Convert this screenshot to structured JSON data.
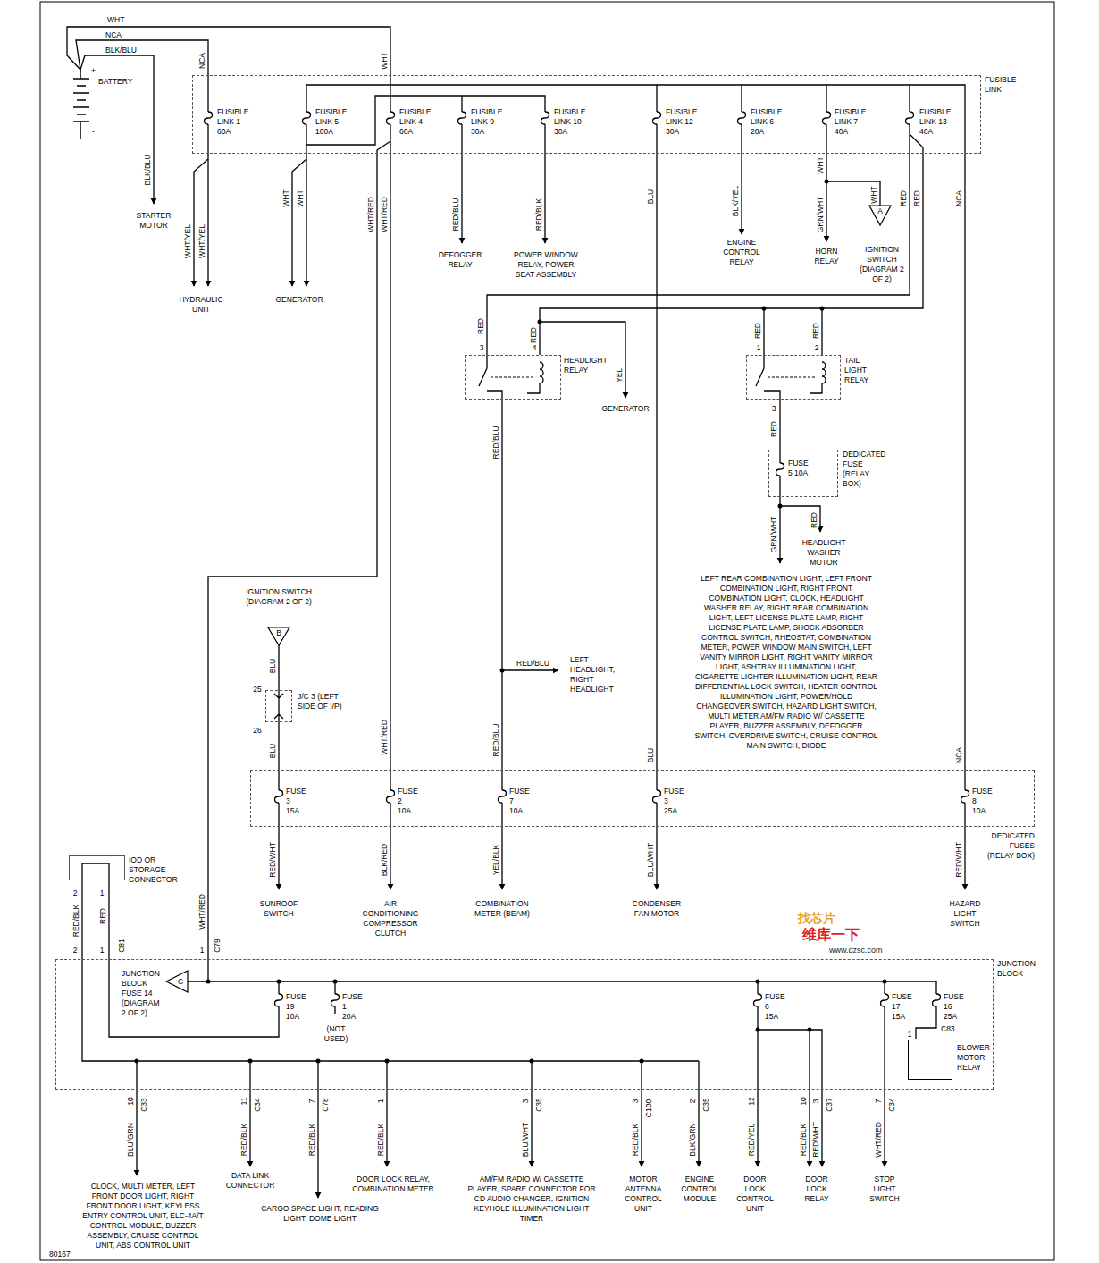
{
  "diagram": {
    "nodes": [
      {
        "text": [
          "FUSIBLE LINK",
          "FUSIBLE LINK 1 60A",
          "FUSIBLE LINK 5 100A",
          "FUSIBLE LINK 4 60A",
          "FUSIBLE LINK 9 30A",
          "FUSIBLE LINK 10 30A",
          "FUSIBLE LINK 12 30A",
          "FUSIBLE LINK 6 20A",
          "FUSIBLE LINK 7 40A",
          "FUSIBLE LINK 13 40A"
        ]
      },
      {
        "text": [
          "HEADLIGHT RELAY"
        ]
      },
      {
        "text": [
          "TAIL LIGHT RELAY"
        ]
      },
      {
        "text": [
          "FUSE 5 10A",
          "DEDICATED FUSE (RELAY BOX)"
        ]
      },
      {
        "text": [
          "J/C 3 (LEFT SIDE OF I/P)"
        ]
      },
      {
        "text": [
          "FUSE 3 15A",
          "FUSE 2 10A",
          "FUSE 7 10A",
          "FUSE 3 25A",
          "FUSE 8 10A",
          "DEDICATED FUSES (RELAY BOX)"
        ]
      },
      {
        "text": [
          "IOD OR STORAGE CONNECTOR"
        ]
      },
      {
        "text": [
          "JUNCTION BLOCK",
          "FUSE 19 10A",
          "FUSE 1 20A",
          "(NOT USED)",
          "FUSE 6 15A",
          "FUSE 17 15A",
          "FUSE 16 25A"
        ]
      },
      {
        "text": [
          "BLOWER MOTOR RELAY"
        ],
        "in": 7
      }
    ],
    "edges": [
      {
        "from": 0,
        "to": 1,
        "arrow": "none"
      },
      {
        "from": 0,
        "to": 2,
        "arrow": "none"
      },
      {
        "from": 2,
        "to": 3,
        "arrow": "none"
      },
      {
        "from": 1,
        "to": 5,
        "arrow": "none"
      },
      {
        "from": 0,
        "to": 5,
        "arrow": "none"
      },
      {
        "from": 0,
        "to": 5,
        "arrow": "none"
      },
      {
        "from": 0,
        "to": 5,
        "arrow": "none"
      },
      {
        "from": 4,
        "to": 5,
        "arrow": "none"
      },
      {
        "from": 0,
        "to": 7,
        "arrow": "none"
      },
      {
        "from": 6,
        "to": 7,
        "arrow": "none"
      },
      {
        "from": 6,
        "to": 7,
        "arrow": "none"
      }
    ],
    "labels": [
      "WHT",
      "NCA",
      "BLK/BLU",
      "+",
      "-",
      "BATTERY",
      "NCA",
      "WHT",
      "BLK/BLU",
      "STARTER MOTOR",
      "WHT/YEL",
      "WHT/YEL",
      "HYDRAULIC UNIT",
      "WHT",
      "WHT",
      "GENERATOR",
      "WHT/RED",
      "WHT/RED",
      "RED/BLU",
      "DEFOGGER RELAY",
      "RED/BLK",
      "POWER WINDOW RELAY, POWER SEAT ASSEMBLY",
      "BLU",
      "BLK/YEL",
      "ENGINE CONTROL RELAY",
      "WHT",
      "GRN/WHT",
      "HORN RELAY",
      "WHT",
      "A",
      "IGNITION SWITCH (DIAGRAM 2 OF 2)",
      "RED",
      "RED",
      "NCA",
      "RED",
      "RED",
      "RED",
      "RED",
      "3",
      "4",
      "1",
      "2",
      "YEL",
      "GENERATOR",
      "RED/BLU",
      "3",
      "RED",
      "GRN/WHT",
      "RED",
      "HEADLIGHT WASHER MOTOR",
      "LEFT REAR COMBINATION LIGHT, LEFT FRONT COMBINATION LIGHT, RIGHT FRONT COMBINATION LIGHT, CLOCK, HEADLIGHT WASHER RELAY, RIGHT REAR COMBINATION LIGHT, LEFT LICENSE PLATE LAMP, RIGHT LICENSE PLATE LAMP, SHOCK ABSORBER CONTROL SWITCH, RHEOSTAT, COMBINATION METER, POWER WINDOW MAIN SWITCH, LEFT VANITY MIRROR LIGHT, RIGHT VANITY MIRROR LIGHT, ASHTRAY ILLUMINATION LIGHT, CIGARETTE LIGHTER ILLUMINATION LIGHT, REAR DIFFERENTIAL LOCK SWITCH, HEATER CONTROL ILLUMINATION LIGHT, POWER/HOLD CHANGEOVER SWITCH, HAZARD LIGHT SWITCH, MULTI METER AM/FM RADIO W/ CASSETTE PLAYER, BUZZER ASSEMBLY, DEFOGGER SWITCH, OVERDRIVE SWITCH, CRUISE CONTROL MAIN SWITCH, DIODE",
      "RED/BLU",
      "LEFT HEADLIGHT, RIGHT HEADLIGHT",
      "IGNITION SWITCH (DIAGRAM 2 OF 2)",
      "B",
      "BLU",
      "25",
      "26",
      "BLU",
      "WHT/RED",
      "RED/BLU",
      "BLU",
      "NCA",
      "RED/WHT",
      "SUNROOF SWITCH",
      "BLK/RED",
      "AIR CONDITIONING COMPRESSOR CLUTCH",
      "YEL/BLK",
      "COMBINATION METER (BEAM)",
      "BLU/WHT",
      "CONDENSER FAN MOTOR",
      "RED/WHT",
      "HAZARD LIGHT SWITCH",
      "2",
      "1",
      "RED/BLK",
      "RED",
      "2",
      "1",
      "C81",
      "WHT/RED",
      "1",
      "C79",
      "JUNCTION BLOCK FUSE 14 (DIAGRAM 2 OF 2)",
      "C",
      "1",
      "C83",
      "10",
      "C33",
      "BLU/GRN",
      "CLOCK, MULTI METER, LEFT FRONT DOOR LIGHT, RIGHT FRONT DOOR LIGHT, KEYLESS ENTRY CONTROL UNIT, ELC-4A/T CONTROL MODULE, BUZZER ASSEMBLY, CRUISE CONTROL UNIT, ABS CONTROL UNIT",
      "11",
      "C34",
      "RED/BLK",
      "DATA LINK CONNECTOR",
      "7",
      "C78",
      "RED/BLK",
      "CARGO SPACE LIGHT, READING LIGHT, DOME LIGHT",
      "1",
      "RED/BLK",
      "DOOR LOCK RELAY, COMBINATION METER",
      "3",
      "C35",
      "BLU/WHT",
      "AM/FM RADIO W/ CASSETTE PLAYER, SPARE CONNECTOR FOR CD AUDIO CHANGER, IGNITION KEYHOLE ILLUMINATION LIGHT TIMER",
      "3",
      "C100",
      "RED/BLK",
      "MOTOR ANTENNA CONTROL UNIT",
      "2",
      "C35",
      "BLK/GRN",
      "ENGINE CONTROL MODULE",
      "12",
      "RED/YEL",
      "DOOR LOCK CONTROL UNIT",
      "10",
      "3",
      "C37",
      "RED/BLK",
      "RED/WHT",
      "DOOR LOCK RELAY",
      "7",
      "C34",
      "WHT/RED",
      "STOP LIGHT SWITCH",
      "80167",
      "找芯片",
      "维库一下",
      "www.dzsc.com"
    ]
  }
}
